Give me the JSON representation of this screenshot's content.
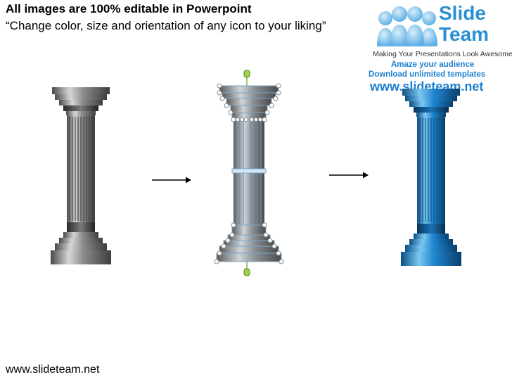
{
  "header": {
    "title": "All images are 100% editable in Powerpoint",
    "subtitle": "“Change color, size and orientation of any icon to your liking”"
  },
  "logo": {
    "brand_line1": "Slide",
    "brand_line2": "Team",
    "tagline": "Making Your Presentations Look Awesome",
    "promo_line1": "Amaze your audience",
    "promo_line2": "Download unlimited templates",
    "url": "www.slideteam.net",
    "icon": "people-group-icon"
  },
  "colors": {
    "gray_pillar": "#8a8a8a",
    "blue_pillar": "#1f86cf",
    "brand_blue": "#2a8fd0",
    "selection_handle": "#9bd24a"
  },
  "illustrations": {
    "original_pillar": "gray-pillar",
    "selected_pillar": "pillar-with-edit-points",
    "recolored_pillar": "blue-pillar"
  },
  "footer": {
    "url": "www.slideteam.net"
  }
}
